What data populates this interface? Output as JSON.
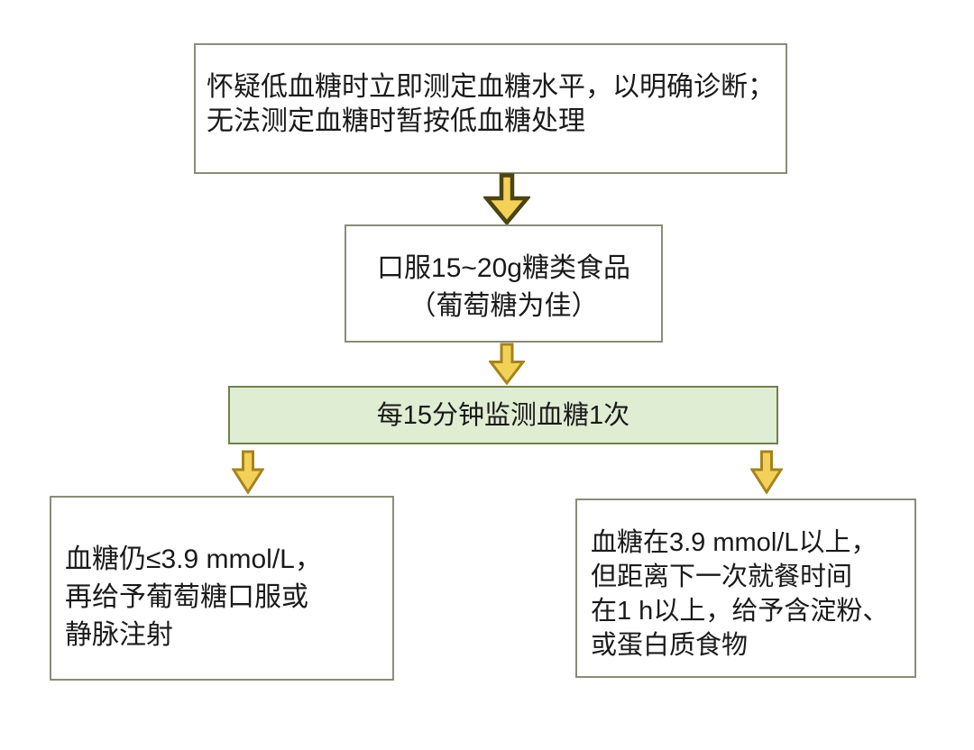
{
  "colors": {
    "background": "#ffffff",
    "box_border": "#8b8b7a",
    "green_fill": "#dfedd3",
    "green_border": "#70804f",
    "text": "#1a1a1a",
    "arrow_fill": "#f3d158",
    "arrow_primary_stroke": "#4c4413",
    "arrow_secondary_stroke": "#a5831e"
  },
  "nodes": {
    "suspect": {
      "lines": [
        "怀疑低血糖时立即测定血糖水平，以明确诊断；",
        "无法测定血糖时暂按低血糖处理"
      ]
    },
    "oral": {
      "lines": [
        "口服15~20g糖类食品",
        "（葡萄糖为佳）"
      ]
    },
    "monitor": {
      "lines": [
        "每15分钟监测血糖1次"
      ]
    },
    "still_low": {
      "lines": [
        "血糖仍≤3.9 mmol/L，",
        "再给予葡萄糖口服或",
        "静脉注射"
      ]
    },
    "above_threshold": {
      "lines": [
        "血糖在3.9 mmol/L以上，",
        "但距离下一次就餐时间",
        "在1 h以上，给予含淀粉、",
        "或蛋白质食物"
      ]
    }
  }
}
